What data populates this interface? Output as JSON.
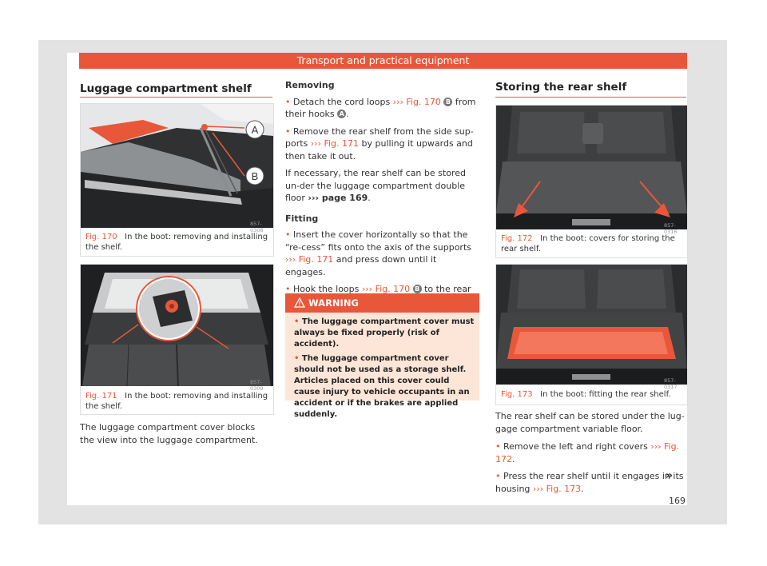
{
  "header": {
    "title": "Transport and practical equipment"
  },
  "left": {
    "heading": "Luggage compartment shelf",
    "fig170": {
      "code": "857-0308",
      "label": "Fig. 170",
      "text": "In the boot: removing and installing the shelf.",
      "callout_a": "A",
      "callout_b": "B"
    },
    "fig171": {
      "code": "857-0309",
      "label": "Fig. 171",
      "text": "In the boot: removing and installing the shelf."
    },
    "para": "The luggage compartment cover blocks the view into the luggage compartment."
  },
  "middle": {
    "removing": {
      "title": "Removing",
      "b1_pre": "Detach the cord loops ",
      "b1_ref": "››› Fig. 170",
      "b1_call_b": "B",
      "b1_mid": " from their hooks ",
      "b1_call_a": "A",
      "b1_end": ".",
      "b2_pre": "Remove the rear shelf from the side sup-ports ",
      "b2_ref": "››› Fig. 171",
      "b2_end": " by pulling it upwards and then take it out.",
      "p_pre": "If necessary, the rear shelf can be stored un-der the luggage compartment double floor ",
      "p_ref": "››› page 169",
      "p_end": "."
    },
    "fitting": {
      "title": "Fitting",
      "b1_pre": "Insert the cover horizontally so that the “re-cess” fits onto the axis of the supports ",
      "b1_ref": "››› Fig. 171",
      "b1_end": " and press down until it engages.",
      "b2_pre": "Hook the loops ",
      "b2_ref": "››› Fig. 170",
      "b2_call_b": "B",
      "b2_end": " to the rear lid."
    },
    "warning": {
      "title": "WARNING",
      "item1": "The luggage compartment cover must always be fixed properly (risk of accident).",
      "item2": "The luggage compartment cover should not be used as a storage shelf. Articles placed on this cover could cause injury to vehicle occupants in an accident or if the brakes are applied suddenly."
    }
  },
  "right": {
    "heading": "Storing the rear shelf",
    "fig172": {
      "code": "857-0316",
      "label": "Fig. 172",
      "text": "In the boot: covers for storing the rear shelf."
    },
    "fig173": {
      "code": "857-0317",
      "label": "Fig. 173",
      "text": "In the boot: fitting the rear shelf."
    },
    "para": "The rear shelf can be stored under the lug-gage compartment variable floor.",
    "b1_pre": "Remove the left and right covers ",
    "b1_ref": "››› Fig. 172",
    "b1_end": ".",
    "b2_pre": "Press the rear shelf until it engages in its housing ",
    "b2_ref": "››› Fig. 173",
    "b2_end": "."
  },
  "footer": {
    "continue": "»",
    "page_number": "169"
  },
  "colors": {
    "accent": "#e8573a",
    "warning_bg": "#fde6d8"
  }
}
